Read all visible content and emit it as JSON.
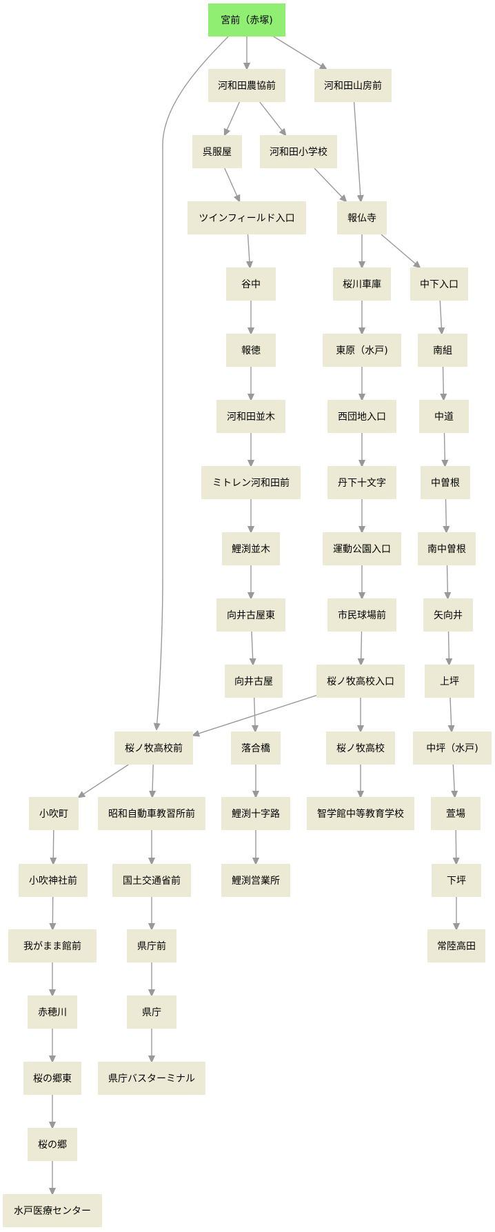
{
  "colors": {
    "node_fill": "#ecead5",
    "root_fill": "#90ee73",
    "edge": "#999999",
    "text": "#000000"
  },
  "nodes": [
    {
      "id": "n0",
      "label": "宮前（赤塚)",
      "root": true
    },
    {
      "id": "n1",
      "label": "河和田農協前"
    },
    {
      "id": "n2",
      "label": "河和田山房前"
    },
    {
      "id": "n3",
      "label": "呉服屋"
    },
    {
      "id": "n4",
      "label": "河和田小学校"
    },
    {
      "id": "n5",
      "label": "ツインフィールド入口"
    },
    {
      "id": "n6",
      "label": "報仏寺"
    },
    {
      "id": "n7",
      "label": "谷中"
    },
    {
      "id": "n8",
      "label": "桜川車庫"
    },
    {
      "id": "n9",
      "label": "中下入口"
    },
    {
      "id": "n10",
      "label": "報徳"
    },
    {
      "id": "n11",
      "label": "東原（水戸)"
    },
    {
      "id": "n12",
      "label": "南組"
    },
    {
      "id": "n13",
      "label": "河和田並木"
    },
    {
      "id": "n14",
      "label": "西団地入口"
    },
    {
      "id": "n15",
      "label": "中道"
    },
    {
      "id": "n16",
      "label": "ミトレン河和田前"
    },
    {
      "id": "n17",
      "label": "丹下十文字"
    },
    {
      "id": "n18",
      "label": "中曽根"
    },
    {
      "id": "n19",
      "label": "鯉渕並木"
    },
    {
      "id": "n20",
      "label": "運動公園入口"
    },
    {
      "id": "n21",
      "label": "南中曽根"
    },
    {
      "id": "n22",
      "label": "向井古屋東"
    },
    {
      "id": "n23",
      "label": "市民球場前"
    },
    {
      "id": "n24",
      "label": "矢向井"
    },
    {
      "id": "n25",
      "label": "向井古屋"
    },
    {
      "id": "n26",
      "label": "桜ノ牧高校入口"
    },
    {
      "id": "n27",
      "label": "上坪"
    },
    {
      "id": "n28",
      "label": "桜ノ牧高校前"
    },
    {
      "id": "n29",
      "label": "落合橋"
    },
    {
      "id": "n30",
      "label": "桜ノ牧高校"
    },
    {
      "id": "n31",
      "label": "中坪（水戸)"
    },
    {
      "id": "n32",
      "label": "小吹町"
    },
    {
      "id": "n33",
      "label": "昭和自動車教習所前"
    },
    {
      "id": "n34",
      "label": "鯉渕十字路"
    },
    {
      "id": "n35",
      "label": "智学館中等教育学校"
    },
    {
      "id": "n36",
      "label": "萱場"
    },
    {
      "id": "n37",
      "label": "小吹神社前"
    },
    {
      "id": "n38",
      "label": "国土交通省前"
    },
    {
      "id": "n39",
      "label": "鯉渕営業所"
    },
    {
      "id": "n40",
      "label": "下坪"
    },
    {
      "id": "n41",
      "label": "我がまま館前"
    },
    {
      "id": "n42",
      "label": "県庁前"
    },
    {
      "id": "n43",
      "label": "常陸高田"
    },
    {
      "id": "n44",
      "label": "赤穂川"
    },
    {
      "id": "n45",
      "label": "県庁"
    },
    {
      "id": "n46",
      "label": "桜の郷東"
    },
    {
      "id": "n47",
      "label": "県庁バスターミナル"
    },
    {
      "id": "n48",
      "label": "桜の郷"
    },
    {
      "id": "n49",
      "label": "水戸医療センター"
    }
  ],
  "edges": [
    [
      "n0",
      "n1"
    ],
    [
      "n0",
      "n2"
    ],
    [
      "n0",
      "n28"
    ],
    [
      "n1",
      "n3"
    ],
    [
      "n1",
      "n4"
    ],
    [
      "n2",
      "n6"
    ],
    [
      "n4",
      "n6"
    ],
    [
      "n3",
      "n5"
    ],
    [
      "n5",
      "n7"
    ],
    [
      "n7",
      "n10"
    ],
    [
      "n10",
      "n13"
    ],
    [
      "n13",
      "n16"
    ],
    [
      "n16",
      "n19"
    ],
    [
      "n19",
      "n22"
    ],
    [
      "n22",
      "n25"
    ],
    [
      "n25",
      "n29"
    ],
    [
      "n29",
      "n34"
    ],
    [
      "n34",
      "n39"
    ],
    [
      "n6",
      "n8"
    ],
    [
      "n6",
      "n9"
    ],
    [
      "n8",
      "n11"
    ],
    [
      "n11",
      "n14"
    ],
    [
      "n14",
      "n17"
    ],
    [
      "n17",
      "n20"
    ],
    [
      "n20",
      "n23"
    ],
    [
      "n23",
      "n26"
    ],
    [
      "n26",
      "n30"
    ],
    [
      "n26",
      "n28"
    ],
    [
      "n30",
      "n35"
    ],
    [
      "n9",
      "n12"
    ],
    [
      "n12",
      "n15"
    ],
    [
      "n15",
      "n18"
    ],
    [
      "n18",
      "n21"
    ],
    [
      "n21",
      "n24"
    ],
    [
      "n24",
      "n27"
    ],
    [
      "n27",
      "n31"
    ],
    [
      "n31",
      "n36"
    ],
    [
      "n36",
      "n40"
    ],
    [
      "n40",
      "n43"
    ],
    [
      "n28",
      "n32"
    ],
    [
      "n28",
      "n33"
    ],
    [
      "n32",
      "n37"
    ],
    [
      "n37",
      "n41"
    ],
    [
      "n41",
      "n44"
    ],
    [
      "n44",
      "n46"
    ],
    [
      "n46",
      "n48"
    ],
    [
      "n48",
      "n49"
    ],
    [
      "n33",
      "n38"
    ],
    [
      "n38",
      "n42"
    ],
    [
      "n42",
      "n45"
    ],
    [
      "n45",
      "n47"
    ]
  ]
}
